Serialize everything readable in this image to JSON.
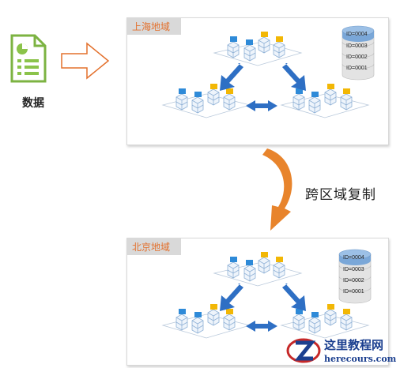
{
  "source": {
    "label": "数据",
    "icon": "document-chart-icon"
  },
  "transfer_arrow": {
    "icon": "outline-arrow-right-icon"
  },
  "regions": [
    {
      "name": "上海地域",
      "db_rows": [
        "ID=0004",
        "ID=0003",
        "ID=0002",
        "ID=0001"
      ]
    },
    {
      "name": "北京地域",
      "db_rows": [
        "ID=0004",
        "ID=0003",
        "ID=0002",
        "ID=0001"
      ]
    }
  ],
  "replication": {
    "label": "跨区域复制",
    "arrow_color": "#e8842c"
  },
  "colors": {
    "accent_orange": "#e8842c",
    "sync_arrow_blue": "#2e6fc4",
    "db_highlight": "#7aa7d8",
    "db_body": "#e3e3e3",
    "tag_bg": "#d9d9d9",
    "tag_text": "#e3702c"
  },
  "watermark": {
    "line1": "这里教程网",
    "line2": "herecours.com"
  }
}
